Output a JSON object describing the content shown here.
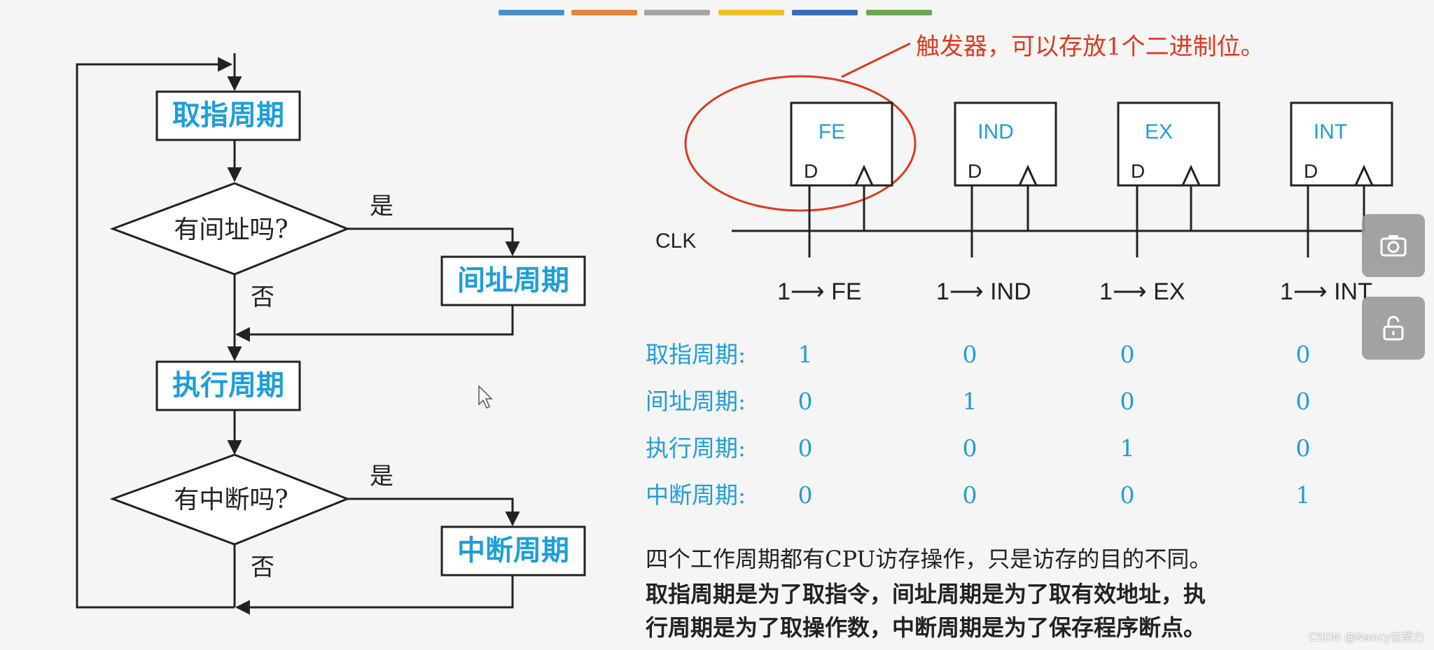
{
  "colors": {
    "accent_blue": "#1f9ed8",
    "annotation_red": "#e03a1e",
    "stroke": "#222222",
    "box_fill": "#ffffff"
  },
  "top_bar_colors": [
    "#4a90c8",
    "#e8833a",
    "#a6a6a6",
    "#f3c024",
    "#3a6db5",
    "#6aa84f"
  ],
  "flowchart": {
    "fetch_cycle": "取指周期",
    "indirect_question": "有间址吗?",
    "yes_1": "是",
    "no_1": "否",
    "indirect_cycle": "间址周期",
    "execute_cycle": "执行周期",
    "interrupt_question": "有中断吗?",
    "yes_2": "是",
    "no_2": "否",
    "interrupt_cycle": "中断周期"
  },
  "diagram": {
    "annotation": "触发器，可以存放1个二进制位。",
    "clk_label": "CLK",
    "flipflops": [
      {
        "name": "FE",
        "d_label": "D",
        "set_label": "1⟶ FE"
      },
      {
        "name": "IND",
        "d_label": "D",
        "set_label": "1⟶ IND"
      },
      {
        "name": "EX",
        "d_label": "D",
        "set_label": "1⟶ EX"
      },
      {
        "name": "INT",
        "d_label": "D",
        "set_label": "1⟶ INT"
      }
    ]
  },
  "state_table": {
    "rows": [
      {
        "label": "取指周期:",
        "values": [
          "1",
          "0",
          "0",
          "0"
        ]
      },
      {
        "label": "间址周期:",
        "values": [
          "0",
          "1",
          "0",
          "0"
        ]
      },
      {
        "label": "执行周期:",
        "values": [
          "0",
          "0",
          "1",
          "0"
        ]
      },
      {
        "label": "中断周期:",
        "values": [
          "0",
          "0",
          "0",
          "1"
        ]
      }
    ]
  },
  "notes": {
    "line1": "四个工作周期都有CPU访存操作，只是访存的目的不同。",
    "line2": "取指周期是为了取指令，间址周期是为了取有效地址，执",
    "line3": "行周期是为了取操作数，中断周期是为了保存程序断点。"
  },
  "controls": {
    "camera_icon": "camera-icon",
    "unlock_icon": "unlock-icon"
  },
  "watermark": "CSDN @Nancy在努力"
}
